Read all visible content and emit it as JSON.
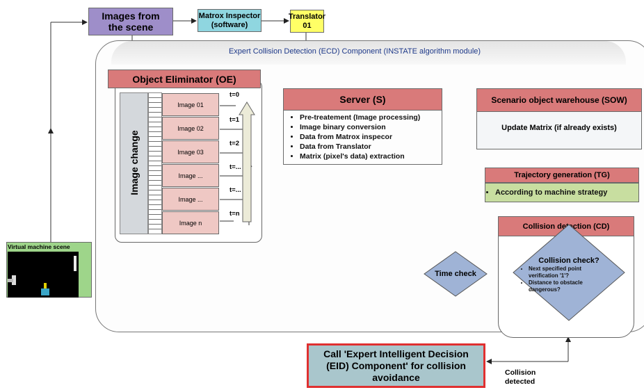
{
  "top_flow": {
    "images_from_scene": "Images from the scene",
    "matrox_inspector": "Matrox Inspector (software)",
    "translator": "Translator 01"
  },
  "ecd": {
    "title": "Expert Collision Detection (ECD) Component (INSTATE algorithm module)"
  },
  "oe": {
    "title": "Object Eliminator (OE)",
    "side_label": "Image change",
    "images": [
      {
        "label": "Image 01",
        "time": "t=0"
      },
      {
        "label": "Image 02",
        "time": "t=1"
      },
      {
        "label": "Image 03",
        "time": "t=2"
      },
      {
        "label": "Image ...",
        "time": "t=..."
      },
      {
        "label": "Image ...",
        "time": "t=..."
      },
      {
        "label": "Image n",
        "time": "t=n"
      }
    ]
  },
  "server": {
    "title": "Server (S)",
    "items": [
      "Pre-treatement (Image processing)",
      "Image binary conversion",
      "Data from Matrox inspecor",
      "Data from Translator",
      "Matrix (pixel's data) extraction"
    ]
  },
  "sow": {
    "title": "Scenario object warehouse (SOW)",
    "body": "Update Matrix (if already exists)"
  },
  "tg": {
    "title": "Trajectory generation (TG)",
    "item": "According to machine strategy"
  },
  "cd": {
    "title": "Collision detection (CD)",
    "check_title": "Collision check?",
    "bullets": [
      "Next specified point verification '1'?",
      "Distance to obstacle dangerous?"
    ]
  },
  "time_check": "Time check",
  "vm_scene": "Virtual machine scene",
  "eid": "Call 'Expert Intelligent Decision (EID) Component' for collision avoidance",
  "collision_detected": "Collision detected",
  "colors": {
    "purple": "#9e8ec9",
    "cyan": "#8fd6e0",
    "yellow": "#ffff66",
    "red_header": "#d97a7a",
    "pink": "#efc8c4",
    "green_header": "#9ed58a",
    "green_item": "#c8dea0",
    "diamond": "#9fb3d6",
    "eid_fill": "#a9c6cc",
    "eid_border": "#e03030"
  }
}
